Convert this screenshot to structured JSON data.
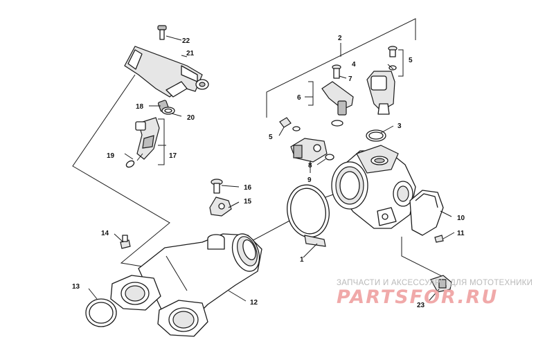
{
  "callouts": {
    "c1": "1",
    "c2": "2",
    "c3": "3",
    "c4": "4",
    "c5a": "5",
    "c5b": "5",
    "c6": "6",
    "c7": "7",
    "c8": "8",
    "c9": "9",
    "c10": "10",
    "c11": "11",
    "c12": "12",
    "c13": "13",
    "c14": "14",
    "c15": "15",
    "c16": "16",
    "c17": "17",
    "c18": "18",
    "c19": "19",
    "c20": "20",
    "c21": "21",
    "c22": "22",
    "c23": "23"
  },
  "watermark": {
    "subtitle": "ЗАПЧАСТИ И АКСЕССУАРЫ ДЛЯ МОТОТЕХНИКИ",
    "logo": "PARTSFOR.RU"
  },
  "colors": {
    "line": "#1a1a1a",
    "watermark_logo": "#f0a9a9",
    "watermark_text": "#b9b9b9"
  }
}
